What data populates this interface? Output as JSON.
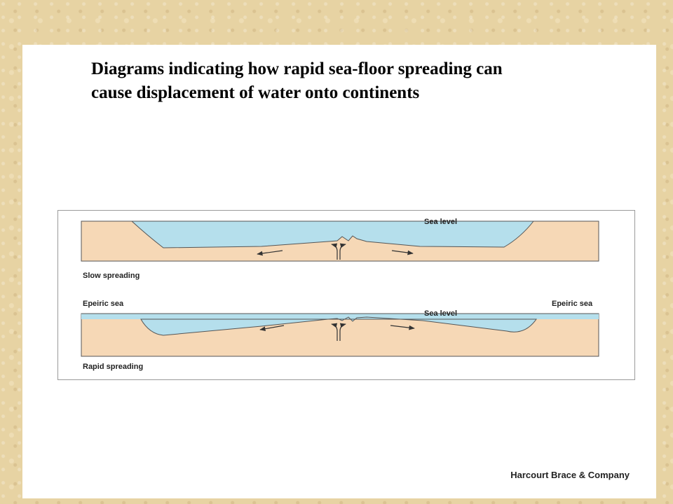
{
  "slide": {
    "title_line1": "Diagrams indicating how rapid sea-floor spreading can",
    "title_line2": "cause displacement of water onto continents",
    "publisher": "Harcourt Brace & Company"
  },
  "diagram": {
    "slow": {
      "sea_level_label": "Sea level",
      "caption": "Slow spreading"
    },
    "rapid": {
      "sea_level_label": "Sea level",
      "epeiric_left": "Epeiric sea",
      "epeiric_right": "Epeiric sea",
      "caption": "Rapid spreading"
    },
    "colors": {
      "crust": "#f6d8b6",
      "water": "#b5dfec",
      "outline": "#555555"
    }
  }
}
